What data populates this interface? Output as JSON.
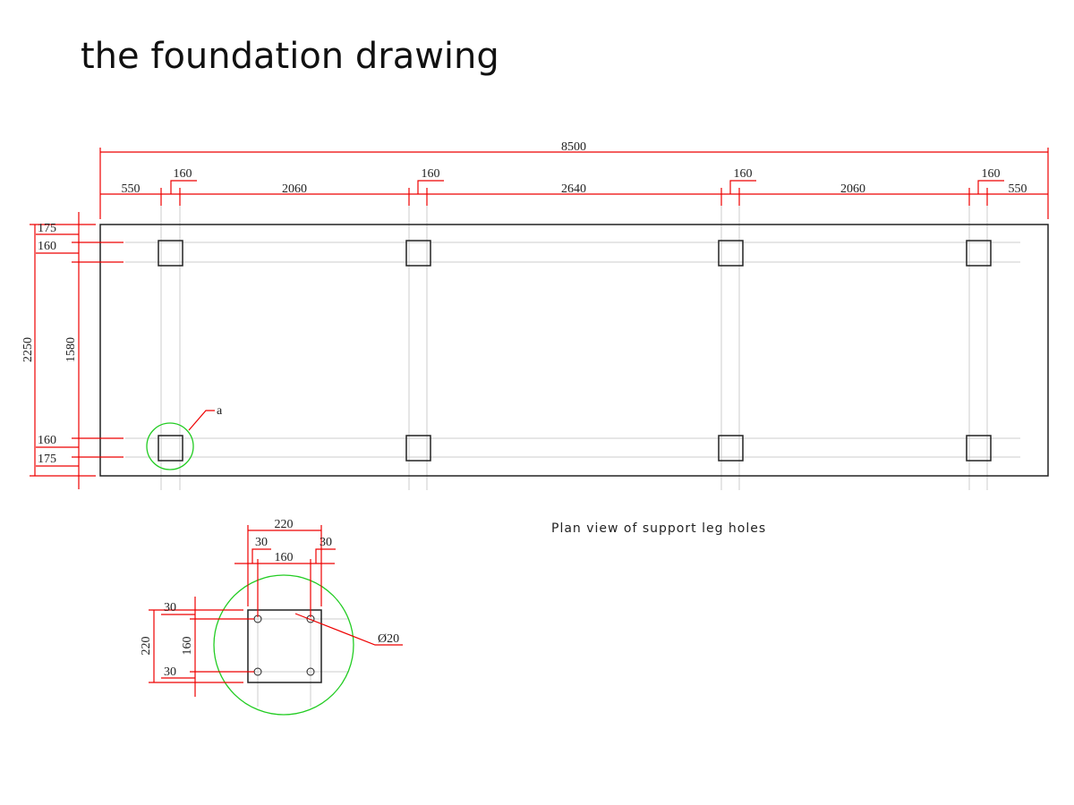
{
  "title": "the foundation drawing",
  "plan": {
    "caption": "Plan view of support leg holes",
    "overall_length": "8500",
    "segments": [
      "550",
      "2060",
      "2640",
      "2060",
      "550"
    ],
    "leg_width": "160",
    "overall_width": "2250",
    "inner_width": "1580",
    "edge_top": "175",
    "leg_top": "160",
    "leg_bottom": "160",
    "edge_bottom": "175",
    "detail_marker": "a"
  },
  "detail": {
    "plate_size": "220",
    "hole_spacing": "160",
    "edge_offset_left": "30",
    "edge_offset_right": "30",
    "edge_offset_top": "30",
    "edge_offset_bottom": "30",
    "plate_height": "220",
    "hole_spacing_v": "160",
    "hole_diameter": "Ø20"
  },
  "colors": {
    "dimension": "#e00000",
    "highlight": "#22cc22",
    "outline": "#222222"
  }
}
